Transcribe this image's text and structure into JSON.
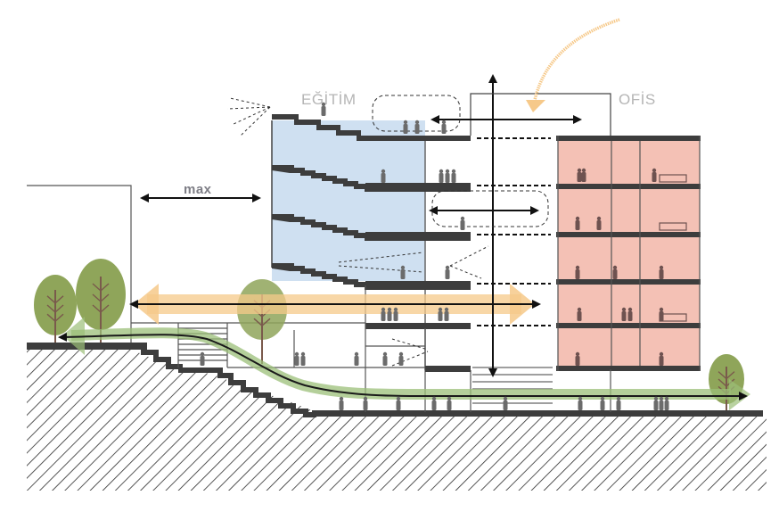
{
  "labels": {
    "education": "EĞİTİM",
    "office": "OFİS",
    "max": "max"
  },
  "colors": {
    "education_fill": "#cfe0f1",
    "office_fill": "#f4c1b5",
    "slab": "#3d3d3d",
    "green_path": "#9bbf78",
    "orange_path": "#f6c98a",
    "tree_canopy": "#8fa55a",
    "tree_trunk": "#7a5a4c",
    "figure": "#6b6b6b",
    "office_figure": "#6e5250",
    "label_grey": "#b5b5b5"
  },
  "figure": {
    "type": "architectural-section",
    "zones": [
      "education",
      "office",
      "atrium",
      "landscape-terrace"
    ],
    "arrows": [
      "horizontal-orange-flow",
      "green-landscape-route",
      "vertical-circulation",
      "max-distance",
      "curved-light-arrow"
    ]
  }
}
